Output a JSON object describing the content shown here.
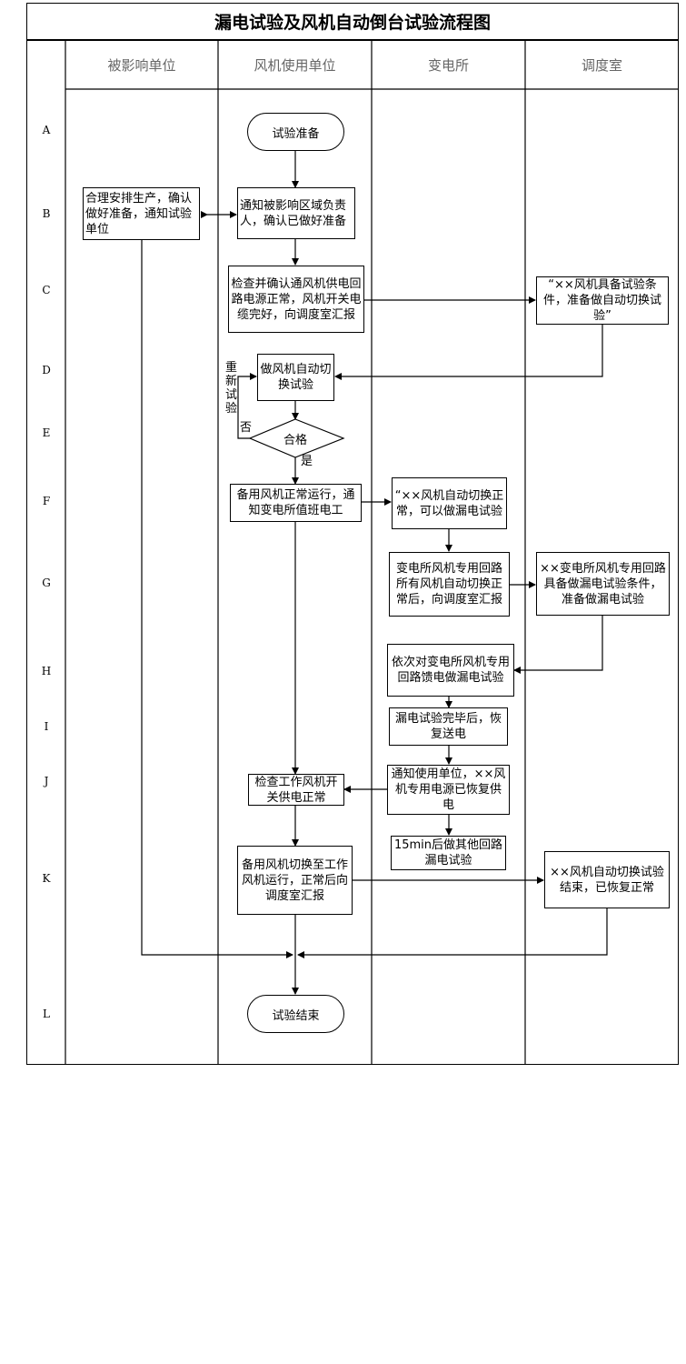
{
  "title": "漏电试验及风机自动倒台试验流程图",
  "lanes": [
    "被影响单位",
    "风机使用单位",
    "变电所",
    "调度室"
  ],
  "rows": [
    "A",
    "B",
    "C",
    "D",
    "E",
    "F",
    "G",
    "H",
    "I",
    "J",
    "K",
    "L"
  ],
  "nodes": {
    "start": "试验准备",
    "b_affected": "合理安排生产，确认做好准备，通知试验单位",
    "b_user": "通知被影响区域负责人，确认已做好准备",
    "c_user": "检查并确认通风机供电回路电源正常，风机开关电缆完好，向调度室汇报",
    "c_dispatch": "“××风机具备试验条件，准备做自动切换试验”",
    "d_user": "做风机自动切换试验",
    "e_decision": "合格",
    "e_no": "否",
    "e_yes": "是",
    "retest": "重新试验",
    "f_user": "备用风机正常运行，通知变电所值班电工",
    "f_sub": "“××风机自动切换正常，可以做漏电试验",
    "g_sub": "变电所风机专用回路所有风机自动切换正常后，向调度室汇报",
    "g_dispatch": "××变电所风机专用回路具备做漏电试验条件，准备做漏电试验",
    "h_sub": "依次对变电所风机专用回路馈电做漏电试验",
    "i_sub": "漏电试验完毕后，恢复送电",
    "j_sub": "通知使用单位，××风机专用电源已恢复供电",
    "j_user": "检查工作风机开关供电正常",
    "k_sub": "15min后做其他回路漏电试验",
    "k_user": "备用风机切换至工作风机运行，正常后向调度室汇报",
    "k_dispatch": "××风机自动切换试验结束，已恢复正常",
    "end": "试验结束"
  }
}
